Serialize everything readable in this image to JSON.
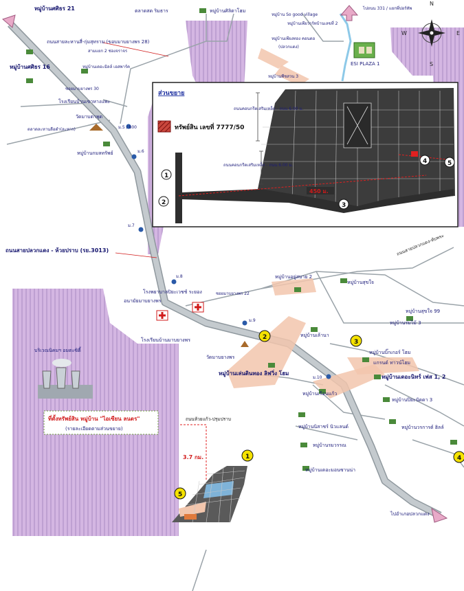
{
  "labels": {
    "moo_21": "หมู่บ้านศศิธร 21",
    "moo_16": "หมู่บ้านศศิธร 16",
    "market": "ตลาดสด ริมธาร",
    "village_top": "หมู่บ้านศิลิตาโฮม",
    "good_village": "หมู่บ้าน So good village",
    "village_ms": "หมู่บ้านเพียวาร์ทบ้านเลขที่ 2",
    "village_pk": "หมู่บ้านเพียงทอง คอนดอ",
    "village_pk2": "(ปลวกแดง)",
    "village_tr": "หมู่บ้านพืชสวน 3",
    "plaza": "ESI PLAZA 1",
    "to_331": "ไปถนน 331 / แยกพี่ปอร์ทัพ",
    "road_sukhumvit": "ถนนสายละหานสี่-กุ่มสุทราม (ขอบมาบยางพร 28)",
    "junction": "สามแยก 2 ช่องจราจร",
    "village_ms2": "หมู่บ้านเดอะมิลล์ เอสพาร์ค",
    "maa_30": "ซอยมาบยางพร 30",
    "school1": "โรงเรียนบ้านเขาหางแพะ",
    "temple1": "วัดมาบตาพุด",
    "kwai": "ตลาดละหานลือดำ(ละหาร)",
    "moo5": "ม.5 / 800",
    "village_kt": "หมู่บ้านกมลทรัพย์",
    "moo6": "ม.6",
    "moo7": "ม.7",
    "road_3013": "ถนนสายปลวกแดง - ห้วยปราบ (รย.3013)",
    "moo8": "ม.8",
    "hospital": "โรงพยาบาลปิยะเวชช์ ระยอง",
    "maa_22": "ซอยมาบยางพร 22",
    "health": "อนามัยมาบยางพร",
    "school2": "โรงเรียนบ้านมาบยางพร",
    "moo9": "ม.9",
    "temple2": "วัดมาบยางพร",
    "village_ap": "หมู่บ้านอยู่สบาย 2",
    "village_sj": "หมู่บ้านสุขใจ",
    "village_ln": "หมู่บ้านเล้านา",
    "village_ss": "หมู่บ้านเล่นดินทอง ลิฟวิ่ง โฮม",
    "moo10": "ม.10",
    "village_rk": "หมู่บ้านเรือนแก้ว",
    "village_ntr": "หมู่บ้านนิสาชร์ นิวแลนด์",
    "village_cw": "หมู่บ้านรมวรรณ",
    "village_da": "หมู่บ้านเดอะมอนซานน่า",
    "village_s99": "หมู่บ้านสุขใจ 99",
    "village_rk3": "หมู่บ้านร่มไม้ 3",
    "village_pg": "หมู่บ้านบิ๊กเกอร์ โฮม",
    "village_gt": "แกรนด์ ทาวน์โฮม",
    "village_dd": "หมู่บ้านเดอะนิทร์ เฟส 1, 2",
    "village_pt3": "หมู่บ้านปิยะนัดดา 3",
    "village_wg": "หมู่บ้านวรการต์ ฮิลล์",
    "road_right": "ถนนสายปลวกแดง-ทับพระ",
    "industrial": "บริเวณนิคมฯ อมตะซิตี้",
    "asset_loc": "ที่ตั้งทรัพย์สิน หมู่บ้าน \"ไอเซียน ลนดร\"",
    "asset_sub": "(รายละเอียดตามส่วนขยาย)",
    "road_lane": "ถนนห้วยแก้ว-ปรุมปราบ",
    "dist_37": "3.7 กม.",
    "to_pluak": "ไปอำเภอปลวกแดง",
    "inset_title": "ส่วนขยาย",
    "inset_legend": "ทรัพย์สิน เลขที่ 7777/50",
    "inset_450": "450 ม.",
    "inset_w1": "ถนนคอนกรีตเสริมเหล็ก - ถนน 6.00 ม.",
    "inset_w2": "ถนนคอนกรีตเสริมเหล็ก - ถนน 6.00 ม.",
    "c_n": "N",
    "c_s": "S",
    "c_e": "E",
    "c_w": "W",
    "n1": "1",
    "n2": "2",
    "n3": "3",
    "n4": "4",
    "n5": "5",
    "in1": "1",
    "in2": "2",
    "in3": "3",
    "in4": "4",
    "in5": "5"
  },
  "colors": {
    "industrial": "#c8a8d8",
    "industrial_line": "#9f7ab8",
    "road": "#b9c0c6",
    "road_edge": "#8f989e",
    "village_zone": "#f2c6ad",
    "river": "#8dc9e8",
    "marker": "#f5e200"
  }
}
